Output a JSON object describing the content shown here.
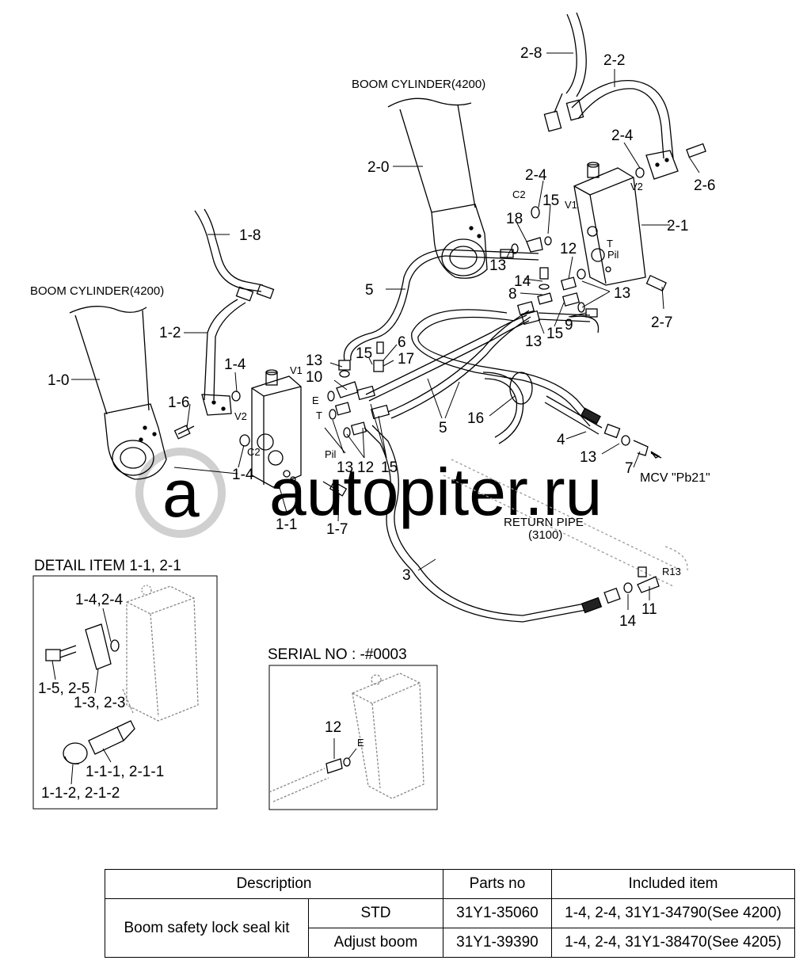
{
  "cylinders": {
    "left_title": "BOOM CYLINDER(4200)",
    "right_title": "BOOM CYLINDER(4200)"
  },
  "callouts": {
    "c1_0": "1-0",
    "c1_1": "1-1",
    "c1_2": "1-2",
    "c1_4a": "1-4",
    "c1_4b": "1-4",
    "c1_6": "1-6",
    "c1_7": "1-7",
    "c1_8": "1-8",
    "c2_0": "2-0",
    "c2_1": "2-1",
    "c2_2": "2-2",
    "c2_4a": "2-4",
    "c2_4b": "2-4",
    "c2_6": "2-6",
    "c2_7": "2-7",
    "c2_8": "2-8",
    "c3": "3",
    "c4": "4",
    "c5a": "5",
    "c5b": "5",
    "c6": "6",
    "c7": "7",
    "c8": "8",
    "c9": "9",
    "c10": "10",
    "c11": "11",
    "c12a": "12",
    "c12b": "12",
    "c13a": "13",
    "c13b": "13",
    "c13c": "13",
    "c13d": "13",
    "c13e": "13",
    "c13f": "13",
    "c14a": "14",
    "c14b": "14",
    "c15a": "15",
    "c15b": "15",
    "c15c": "15",
    "c15d": "15",
    "c16": "16",
    "c17": "17",
    "c18": "18"
  },
  "port_labels": {
    "v1_left": "V1",
    "v2_left": "V2",
    "c2_left": "C2",
    "e_left": "E",
    "t_left": "T",
    "pil_left": "Pil",
    "v1_right": "V1",
    "v2_right": "V2",
    "c2_right": "C2",
    "t_right": "T",
    "pil_right": "Pil",
    "r13": "R13",
    "e_serial": "E"
  },
  "annotations": {
    "mcv": "MCV \"Pb21\"",
    "return_pipe": "RETURN PIPE",
    "return_pipe_ref": "(3100)"
  },
  "watermark": "autopiter.ru",
  "detail": {
    "title": "DETAIL ITEM 1-1, 2-1",
    "l_14_24": "1-4,2-4",
    "l_15_25": "1-5, 2-5",
    "l_13_23": "1-3, 2-3",
    "l_111_211": "1-1-1, 2-1-1",
    "l_112_212": "1-1-2, 2-1-2"
  },
  "serial": {
    "title": "SERIAL NO : -#0003",
    "part": "12"
  },
  "parts_table": {
    "headers": [
      "Description",
      "Parts no",
      "Included item"
    ],
    "description": "Boom safety lock seal kit",
    "rows": [
      {
        "variant": "STD",
        "part_no": "31Y1-35060",
        "included": "1-4, 2-4, 31Y1-34790(See 4200)"
      },
      {
        "variant": "Adjust boom",
        "part_no": "31Y1-39390",
        "included": "1-4, 2-4, 31Y1-38470(See 4205)"
      }
    ]
  }
}
